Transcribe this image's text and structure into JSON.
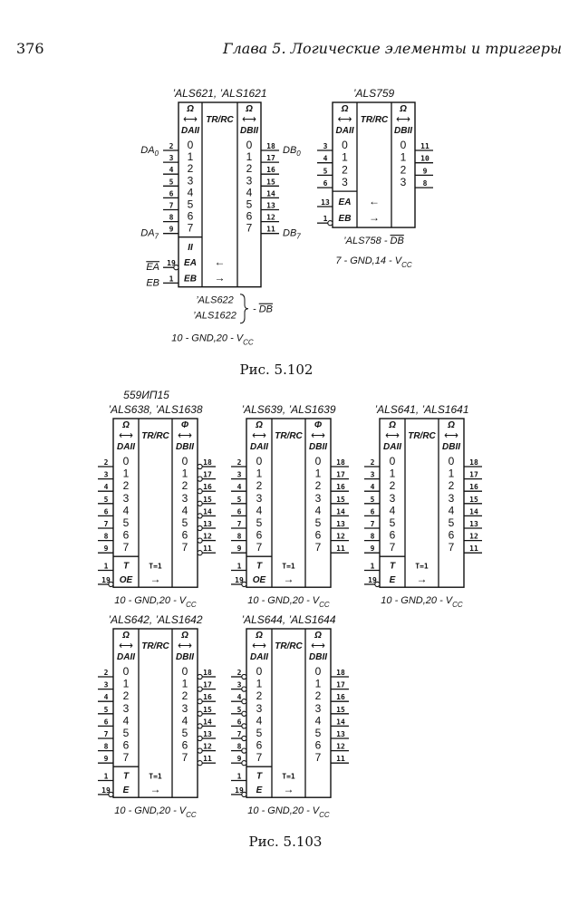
{
  "header": {
    "page_number": "376",
    "running_title": "Глава 5.  Логические элементы и триггеры"
  },
  "figures": [
    {
      "caption": "Рис. 5.102",
      "chips": [
        {
          "title": "’ALS621, ’ALS1621",
          "left_symbol": "Ω",
          "right_symbol": "Ω",
          "arrow": "⟷",
          "left_header": "DAII",
          "mid_header": "TR/RC",
          "right_header": "DBII",
          "left_rows": [
            "0",
            "1",
            "2",
            "3",
            "4",
            "5",
            "6",
            "7"
          ],
          "right_rows": [
            "0",
            "1",
            "2",
            "3",
            "4",
            "5",
            "6",
            "7"
          ],
          "left_pins": [
            "2",
            "3",
            "4",
            "5",
            "6",
            "7",
            "8",
            "9"
          ],
          "right_pins": [
            "18",
            "17",
            "16",
            "15",
            "14",
            "13",
            "12",
            "11"
          ],
          "left_inverted": false,
          "right_inverted": false,
          "left_ext": [
            "DA",
            "0",
            "DA",
            "7"
          ],
          "right_ext": [
            "DB",
            "0",
            "DB",
            "7"
          ],
          "controls": [
            {
              "label": "II"
            },
            {
              "label": "EA",
              "pin": "19",
              "inverted": true,
              "ext": "EA",
              "ext_overline": true,
              "mid": "←"
            },
            {
              "label": "EB",
              "pin": "1",
              "inverted": false,
              "ext": "EB",
              "mid": "→"
            }
          ],
          "brace_note": {
            "lines": [
              "’ALS622",
              "’ALS1622"
            ],
            "suffix": "- ",
            "suffix_overline": "DB"
          },
          "power_note": {
            "text": "10 - GND,20 - V",
            "sub": "CC"
          }
        },
        {
          "title": "’ALS759",
          "left_symbol": "Ω",
          "right_symbol": "Ω",
          "arrow": "⟷",
          "left_header": "DAII",
          "mid_header": "TR/RC",
          "right_header": "DBII",
          "left_rows": [
            "0",
            "1",
            "2",
            "3"
          ],
          "right_rows": [
            "0",
            "1",
            "2",
            "3"
          ],
          "left_pins": [
            "3",
            "4",
            "5",
            "6"
          ],
          "right_pins": [
            "11",
            "10",
            "9",
            "8"
          ],
          "left_inverted": false,
          "right_inverted": false,
          "controls": [
            {
              "label": "EA",
              "pin": "13",
              "inverted": false,
              "mid": "←"
            },
            {
              "label": "EB",
              "pin": "1",
              "inverted": true,
              "mid": "→"
            }
          ],
          "variant_note": {
            "text": "’ALS758 - ",
            "overline": "DB"
          },
          "power_note": {
            "text": "7 - GND,14 - V",
            "sub": "CC"
          }
        }
      ]
    },
    {
      "caption": "Рис. 5.103",
      "chips": [
        {
          "subtitle": "559ИП15",
          "title": "’ALS638, ’ALS1638",
          "left_symbol": "Ω",
          "right_symbol": "Φ",
          "arrow": "⟷",
          "left_header": "DAII",
          "mid_header": "TR/RC",
          "right_header": "DBII",
          "left_rows": [
            "0",
            "1",
            "2",
            "3",
            "4",
            "5",
            "6",
            "7"
          ],
          "right_rows": [
            "0",
            "1",
            "2",
            "3",
            "4",
            "5",
            "6",
            "7"
          ],
          "left_pins": [
            "2",
            "3",
            "4",
            "5",
            "6",
            "7",
            "8",
            "9"
          ],
          "right_pins": [
            "18",
            "17",
            "16",
            "15",
            "14",
            "13",
            "12",
            "11"
          ],
          "left_inverted": false,
          "right_inverted": true,
          "controls": [
            {
              "label": "T",
              "pin": "1",
              "inverted": false,
              "mid": "T=1"
            },
            {
              "label": "OE",
              "pin": "19",
              "inverted": true,
              "mid": "→"
            }
          ],
          "power_note": {
            "text": "10 - GND,20 - V",
            "sub": "CC"
          }
        },
        {
          "title": "’ALS639, ’ALS1639",
          "left_symbol": "Ω",
          "right_symbol": "Φ",
          "arrow": "⟷",
          "left_header": "DAII",
          "mid_header": "TR/RC",
          "right_header": "DBII",
          "left_rows": [
            "0",
            "1",
            "2",
            "3",
            "4",
            "5",
            "6",
            "7"
          ],
          "right_rows": [
            "0",
            "1",
            "2",
            "3",
            "4",
            "5",
            "6",
            "7"
          ],
          "left_pins": [
            "2",
            "3",
            "4",
            "5",
            "6",
            "7",
            "8",
            "9"
          ],
          "right_pins": [
            "18",
            "17",
            "16",
            "15",
            "14",
            "13",
            "12",
            "11"
          ],
          "left_inverted": false,
          "right_inverted": false,
          "controls": [
            {
              "label": "T",
              "pin": "1",
              "inverted": false,
              "mid": "T=1"
            },
            {
              "label": "OE",
              "pin": "19",
              "inverted": true,
              "mid": "→"
            }
          ],
          "power_note": {
            "text": "10 - GND,20 - V",
            "sub": "CC"
          }
        },
        {
          "title": "’ALS641, ’ALS1641",
          "left_symbol": "Ω",
          "right_symbol": "Ω",
          "arrow": "⟷",
          "left_header": "DAII",
          "mid_header": "TR/RC",
          "right_header": "DBII",
          "left_rows": [
            "0",
            "1",
            "2",
            "3",
            "4",
            "5",
            "6",
            "7"
          ],
          "right_rows": [
            "0",
            "1",
            "2",
            "3",
            "4",
            "5",
            "6",
            "7"
          ],
          "left_pins": [
            "2",
            "3",
            "4",
            "5",
            "6",
            "7",
            "8",
            "9"
          ],
          "right_pins": [
            "18",
            "17",
            "16",
            "15",
            "14",
            "13",
            "12",
            "11"
          ],
          "left_inverted": false,
          "right_inverted": false,
          "controls": [
            {
              "label": "T",
              "pin": "1",
              "inverted": false,
              "mid": "T=1"
            },
            {
              "label": "E",
              "pin": "19",
              "inverted": true,
              "mid": "→"
            }
          ],
          "power_note": {
            "text": "10 - GND,20 - V",
            "sub": "CC"
          }
        },
        {
          "title": "’ALS642, ’ALS1642",
          "left_symbol": "Ω",
          "right_symbol": "Ω",
          "arrow": "⟷",
          "left_header": "DAII",
          "mid_header": "TR/RC",
          "right_header": "DBII",
          "left_rows": [
            "0",
            "1",
            "2",
            "3",
            "4",
            "5",
            "6",
            "7"
          ],
          "right_rows": [
            "0",
            "1",
            "2",
            "3",
            "4",
            "5",
            "6",
            "7"
          ],
          "left_pins": [
            "2",
            "3",
            "4",
            "5",
            "6",
            "7",
            "8",
            "9"
          ],
          "right_pins": [
            "18",
            "17",
            "16",
            "15",
            "14",
            "13",
            "12",
            "11"
          ],
          "left_inverted": false,
          "right_inverted": true,
          "controls": [
            {
              "label": "T",
              "pin": "1",
              "inverted": false,
              "mid": "T=1"
            },
            {
              "label": "E",
              "pin": "19",
              "inverted": true,
              "mid": "→"
            }
          ],
          "power_note": {
            "text": "10 - GND,20 - V",
            "sub": "CC"
          }
        },
        {
          "title": "’ALS644, ’ALS1644",
          "left_symbol": "Ω",
          "right_symbol": "Ω",
          "arrow": "⟷",
          "left_header": "DAII",
          "mid_header": "TR/RC",
          "right_header": "DBII",
          "left_rows": [
            "0",
            "1",
            "2",
            "3",
            "4",
            "5",
            "6",
            "7"
          ],
          "right_rows": [
            "0",
            "1",
            "2",
            "3",
            "4",
            "5",
            "6",
            "7"
          ],
          "left_pins": [
            "2",
            "3",
            "4",
            "5",
            "6",
            "7",
            "8",
            "9"
          ],
          "right_pins": [
            "18",
            "17",
            "16",
            "15",
            "14",
            "13",
            "12",
            "11"
          ],
          "left_inverted": true,
          "right_inverted": false,
          "controls": [
            {
              "label": "T",
              "pin": "1",
              "inverted": false,
              "mid": "T=1"
            },
            {
              "label": "E",
              "pin": "19",
              "inverted": true,
              "mid": "→"
            }
          ],
          "power_note": {
            "text": "10 - GND,20 - V",
            "sub": "CC"
          }
        }
      ]
    }
  ]
}
